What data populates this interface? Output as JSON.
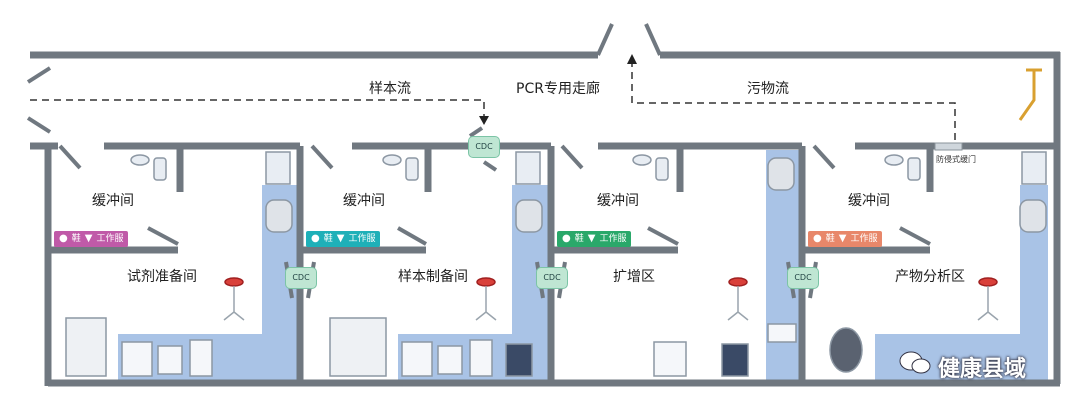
{
  "corridor": {
    "title": "PCR专用走廊",
    "sample_flow": "样本流",
    "waste_flow": "污物流",
    "pass_door": "防侵式缓门"
  },
  "rooms": [
    {
      "buffer": "缓冲间",
      "name": "试剂准备间",
      "badge_color": "#c05aa8",
      "badge_shoe": "鞋",
      "badge_cloth": "工作服"
    },
    {
      "buffer": "缓冲间",
      "name": "样本制备间",
      "badge_color": "#1fb0b8",
      "badge_shoe": "鞋",
      "badge_cloth": "工作服"
    },
    {
      "buffer": "缓冲间",
      "name": "扩增区",
      "badge_color": "#2aa86a",
      "badge_shoe": "鞋",
      "badge_cloth": "工作服"
    },
    {
      "buffer": "缓冲间",
      "name": "产物分析区",
      "badge_color": "#e8876a",
      "badge_shoe": "鞋",
      "badge_cloth": "工作服"
    }
  ],
  "cdc_label": "CDC",
  "watermark": "健康县域",
  "colors": {
    "wall": "#707880",
    "zone": "#a9c3e6",
    "floor": "#f4f6f9"
  }
}
